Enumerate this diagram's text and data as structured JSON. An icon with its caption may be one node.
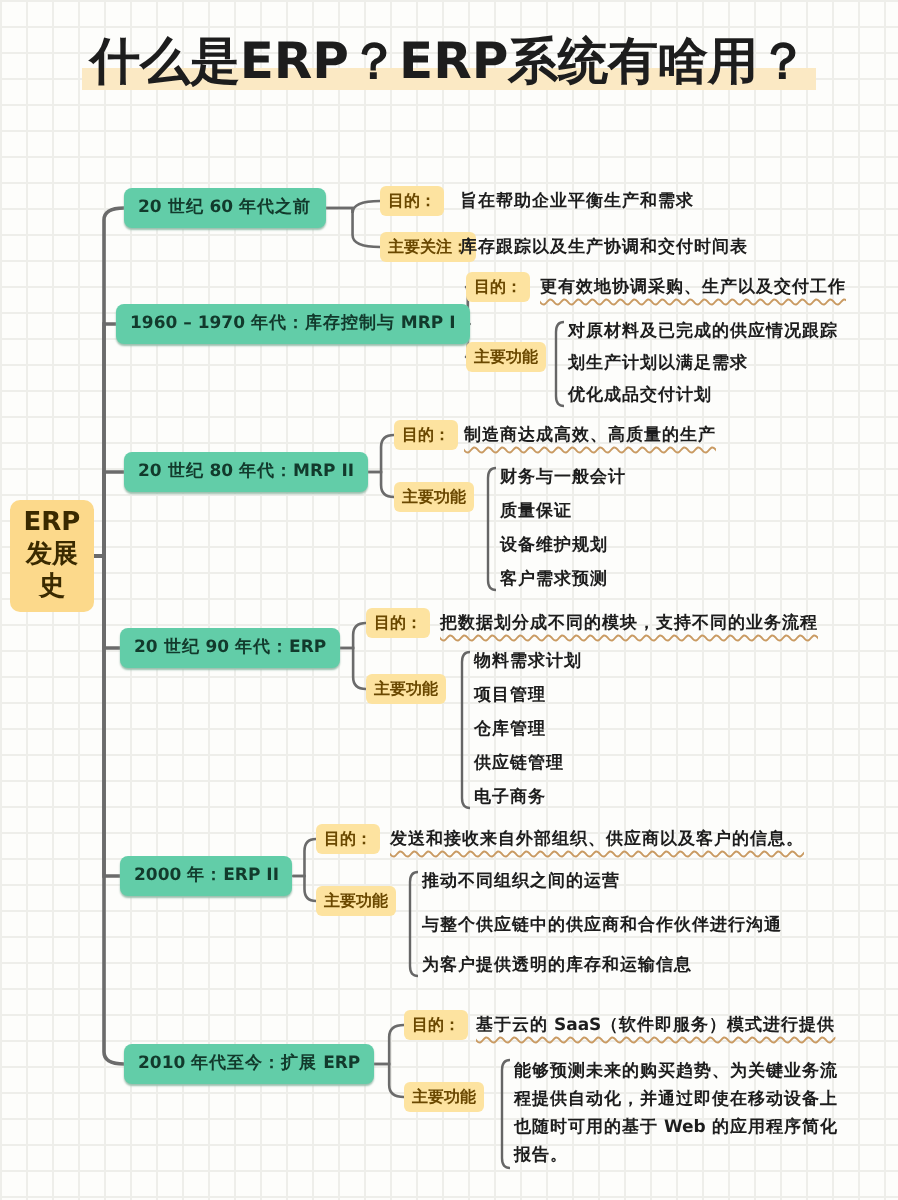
{
  "diagram": {
    "title": "什么是ERP？ERP系统有啥用？",
    "nodes": [
      {
        "text": [
          "ERP发展史"
        ]
      },
      {
        "text": [
          "20 世纪 60 年代之前"
        ]
      },
      {
        "text": [
          "目的："
        ],
        "beside": [
          "旨在帮助企业平衡生产和需求"
        ]
      },
      {
        "text": [
          "主要关注："
        ],
        "beside": [
          "库存跟踪以及生产协调和交付时间表"
        ]
      },
      {
        "text": [
          "1960 – 1970 年代：库存控制与 MRP I"
        ]
      },
      {
        "text": [
          "目的："
        ],
        "beside": [
          "更有效地协调采购、生产以及交付工作"
        ]
      },
      {
        "text": [
          "主要功能"
        ],
        "beside": [
          "对原材料及已完成的供应情况跟踪",
          "划生产计划以满足需求",
          "优化成品交付计划"
        ]
      },
      {
        "text": [
          "20 世纪 80 年代：MRP II"
        ]
      },
      {
        "text": [
          "目的："
        ],
        "beside": [
          "制造商达成高效、高质量的生产"
        ]
      },
      {
        "text": [
          "主要功能"
        ],
        "beside": [
          "财务与一般会计",
          "质量保证",
          "设备维护规划",
          "客户需求预测"
        ]
      },
      {
        "text": [
          "20 世纪 90 年代：ERP"
        ]
      },
      {
        "text": [
          "目的："
        ],
        "beside": [
          "把数据划分成不同的模块，支持不同的业务流程"
        ]
      },
      {
        "text": [
          "主要功能"
        ],
        "beside": [
          "物料需求计划",
          "项目管理",
          "仓库管理",
          "供应链管理",
          "电子商务"
        ]
      },
      {
        "text": [
          "2000 年：ERP II"
        ]
      },
      {
        "text": [
          "目的："
        ],
        "beside": [
          "发送和接收来自外部组织、供应商以及客户的信息。"
        ]
      },
      {
        "text": [
          "主要功能"
        ],
        "beside": [
          "推动不同组织之间的运营",
          "与整个供应链中的供应商和合作伙伴进行沟通",
          "为客户提供透明的库存和运输信息"
        ]
      },
      {
        "text": [
          "2010 年代至今：扩展 ERP"
        ]
      },
      {
        "text": [
          "目的："
        ],
        "beside": [
          "基于云的 SaaS（软件即服务）模式进行提供"
        ]
      },
      {
        "text": [
          "主要功能"
        ],
        "beside": [
          "能够预测未来的购买趋势、为关键业务流程提供自动化，并通过即使在移动设备上也随时可用的基于 Web 的应用程序简化报告。"
        ]
      }
    ],
    "edges": [
      {
        "from": 0,
        "to": 1,
        "arrow": "none"
      },
      {
        "from": 0,
        "to": 4,
        "arrow": "none"
      },
      {
        "from": 0,
        "to": 7,
        "arrow": "none"
      },
      {
        "from": 0,
        "to": 10,
        "arrow": "none"
      },
      {
        "from": 0,
        "to": 13,
        "arrow": "none"
      },
      {
        "from": 0,
        "to": 16,
        "arrow": "none"
      },
      {
        "from": 1,
        "to": 2,
        "arrow": "none"
      },
      {
        "from": 1,
        "to": 3,
        "arrow": "none"
      },
      {
        "from": 4,
        "to": 5,
        "arrow": "none"
      },
      {
        "from": 4,
        "to": 6,
        "arrow": "none"
      },
      {
        "from": 7,
        "to": 8,
        "arrow": "none"
      },
      {
        "from": 7,
        "to": 9,
        "arrow": "none"
      },
      {
        "from": 10,
        "to": 11,
        "arrow": "none"
      },
      {
        "from": 10,
        "to": 12,
        "arrow": "none"
      },
      {
        "from": 13,
        "to": 14,
        "arrow": "none"
      },
      {
        "from": 13,
        "to": 15,
        "arrow": "none"
      },
      {
        "from": 16,
        "to": 17,
        "arrow": "none"
      },
      {
        "from": 16,
        "to": 18,
        "arrow": "none"
      }
    ]
  }
}
